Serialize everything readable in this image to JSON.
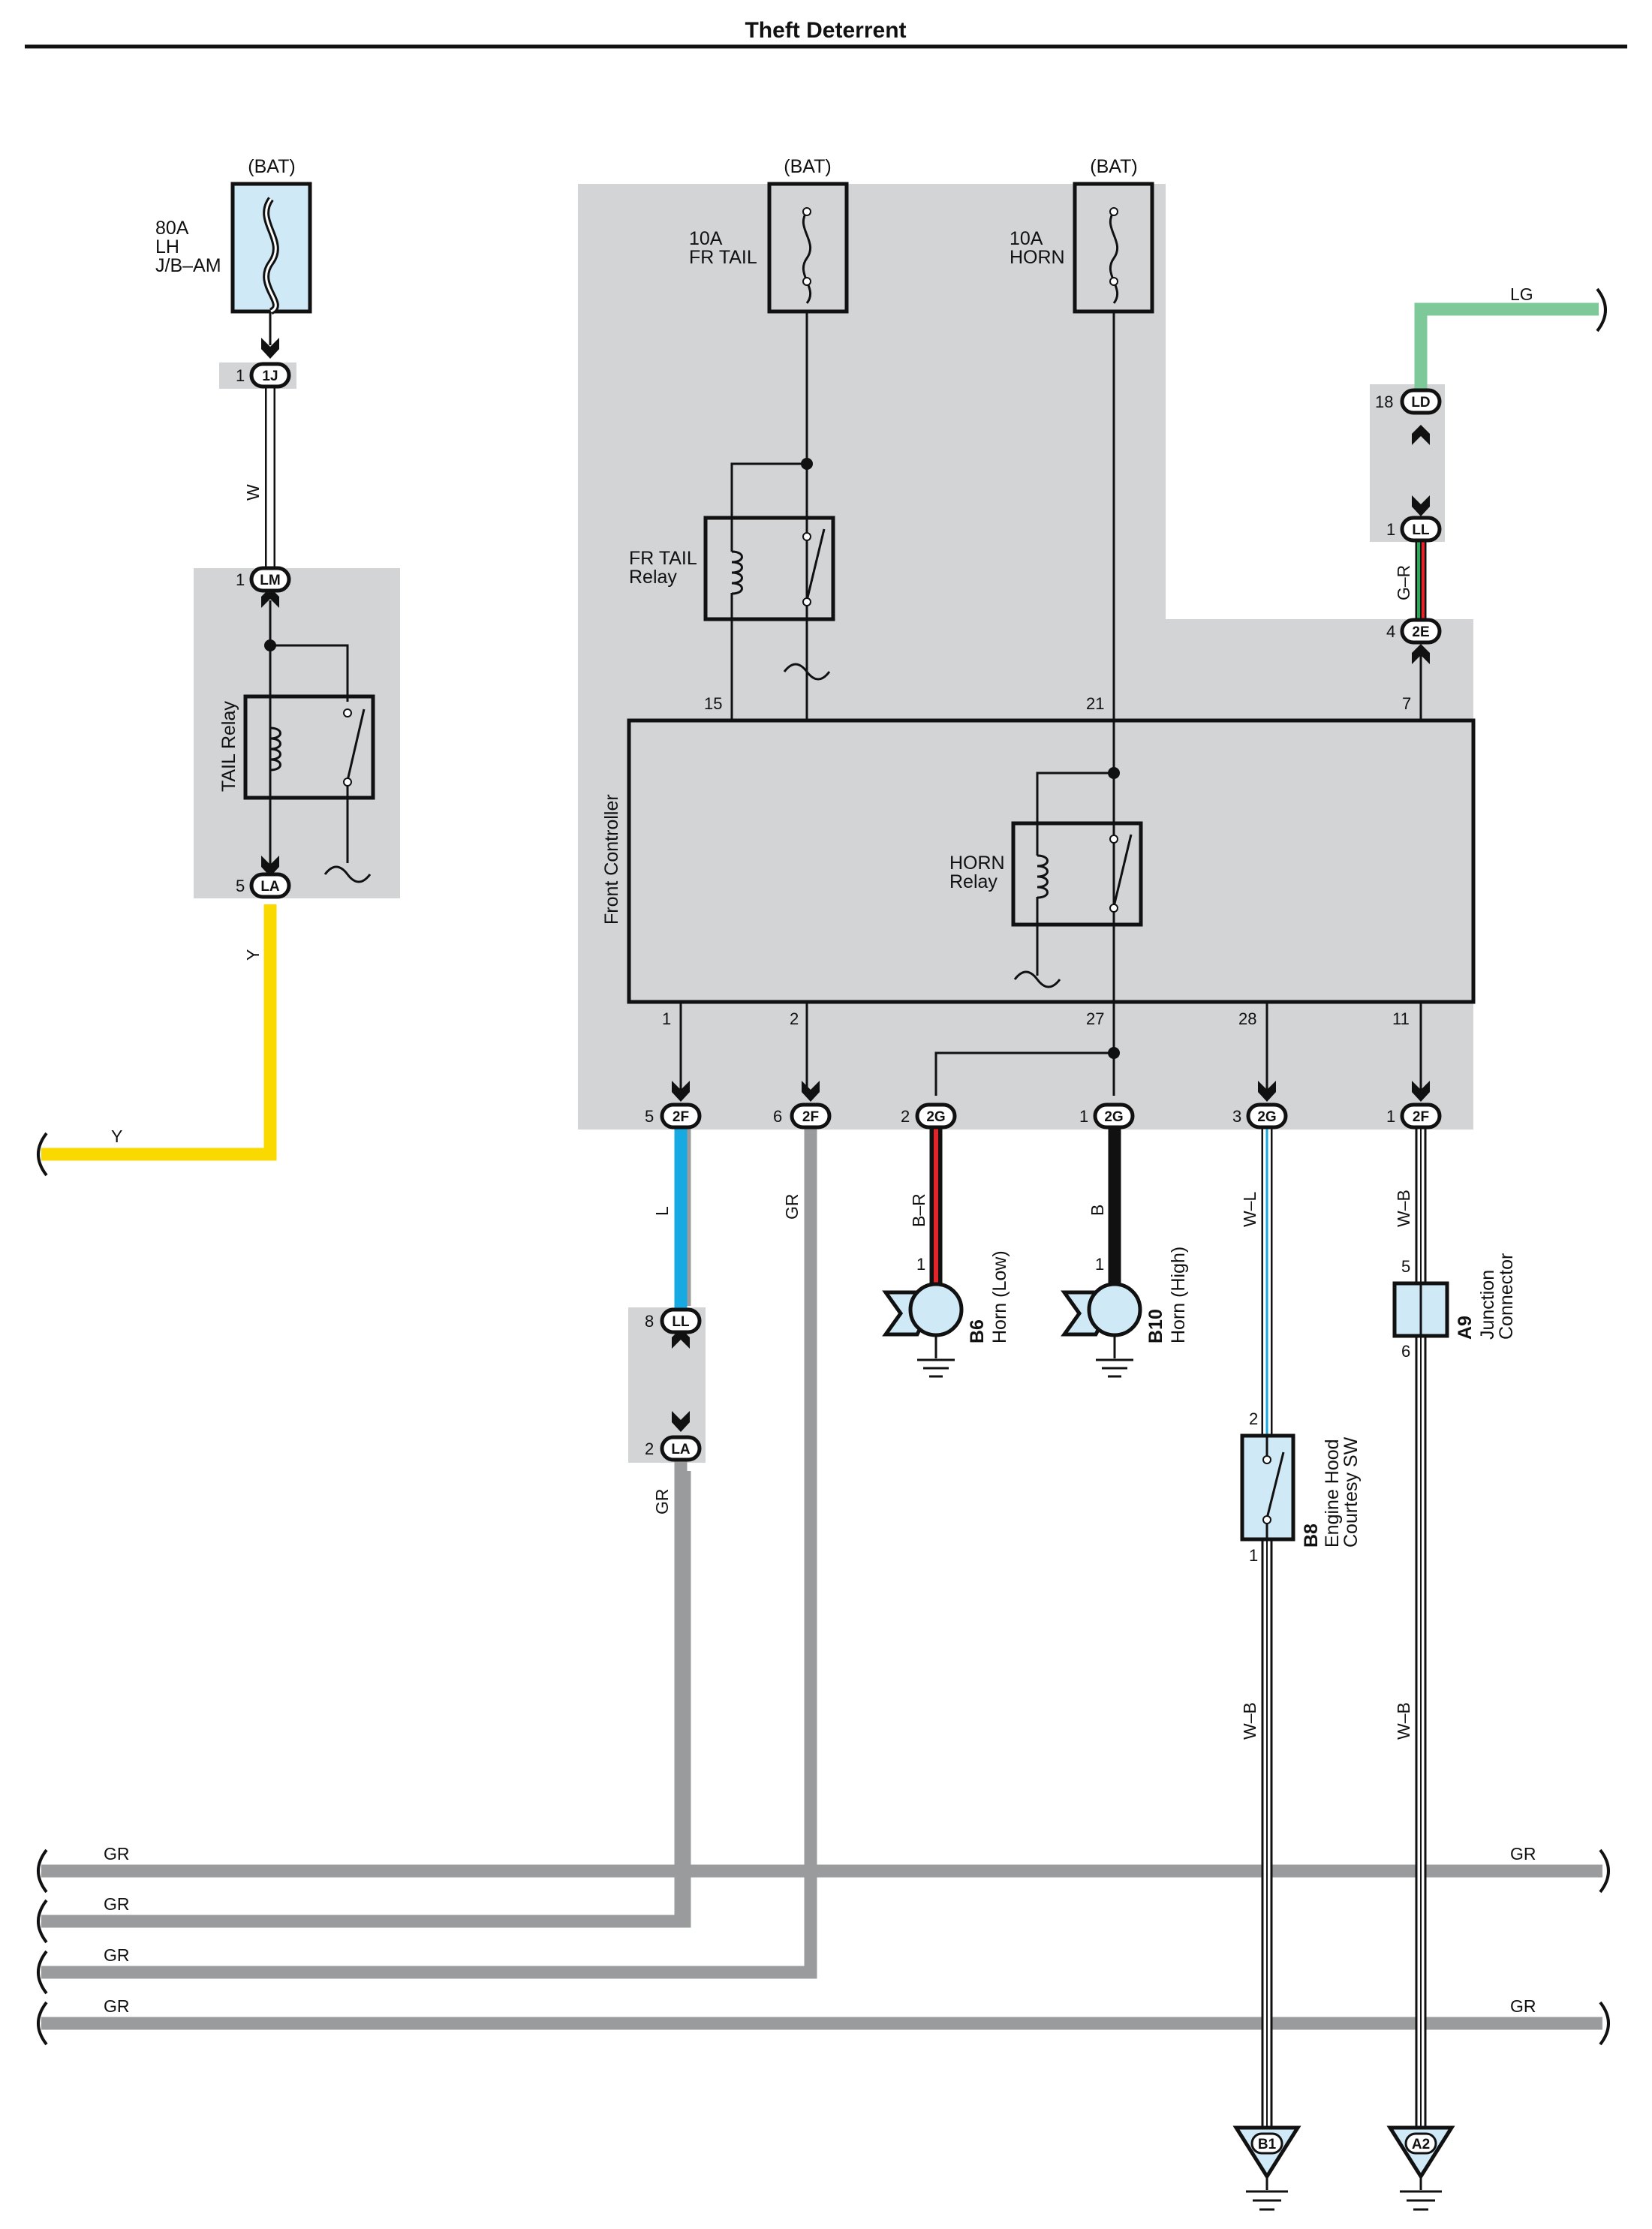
{
  "title": "Theft Deterrent",
  "fuses": {
    "bat_label": "(BAT)",
    "main": {
      "amps": "80A",
      "line1": "LH",
      "line2": "J/B–AM"
    },
    "fr_tail": {
      "amps": "10A",
      "name": "FR TAIL"
    },
    "horn": {
      "amps": "10A",
      "name": "HORN"
    }
  },
  "relays": {
    "fr_tail": {
      "line1": "FR TAIL",
      "line2": "Relay"
    },
    "tail": "TAIL Relay",
    "horn": {
      "line1": "HORN",
      "line2": "Relay"
    }
  },
  "front_controller": {
    "label": "Front Controller",
    "pins": {
      "p15": "15",
      "p21": "21",
      "p7": "7",
      "p1": "1",
      "p2": "2",
      "p27": "27",
      "p28": "28",
      "p11": "11"
    }
  },
  "connectors": {
    "c1J": {
      "pin": "1",
      "code": "1J"
    },
    "cLM": {
      "pin": "1",
      "code": "LM"
    },
    "cLA": {
      "pin": "5",
      "code": "LA"
    },
    "cLD": {
      "pin": "18",
      "code": "LD"
    },
    "cLL1": {
      "pin": "1",
      "code": "LL"
    },
    "c2E": {
      "pin": "4",
      "code": "2E"
    },
    "c2F5": {
      "pin": "5",
      "code": "2F"
    },
    "c2F6": {
      "pin": "6",
      "code": "2F"
    },
    "c2G2": {
      "pin": "2",
      "code": "2G"
    },
    "c2G1": {
      "pin": "1",
      "code": "2G"
    },
    "c2G3": {
      "pin": "3",
      "code": "2G"
    },
    "c2F1": {
      "pin": "1",
      "code": "2F"
    },
    "cLL8": {
      "pin": "8",
      "code": "LL"
    },
    "cLA2": {
      "pin": "2",
      "code": "LA"
    }
  },
  "wires": {
    "w": "W",
    "y_vert": "Y",
    "y_horz": "Y",
    "lg": "LG",
    "gr_red": "G–R",
    "l": "L",
    "gr_2f6": "GR",
    "br": "B–R",
    "b": "B",
    "wl": "W–L",
    "wb_top": "W–B",
    "gr_la": "GR",
    "wb_b1": "W–B",
    "wb_a2": "W–B",
    "gr_bus1_l": "GR",
    "gr_bus1_r": "GR",
    "gr_bus2": "GR",
    "gr_bus3": "GR",
    "gr_bus4_l": "GR",
    "gr_bus4_r": "GR"
  },
  "components": {
    "b6": {
      "code": "B6",
      "name": "Horn (Low)",
      "pin": "1"
    },
    "b10": {
      "code": "B10",
      "name": "Horn (High)",
      "pin": "1"
    },
    "b8": {
      "code": "B8",
      "line1": "Engine Hood",
      "line2": "Courtesy SW",
      "pin_top": "2",
      "pin_bottom": "1"
    },
    "a9": {
      "code": "A9",
      "line1": "Junction",
      "line2": "Connector",
      "pin_top": "5",
      "pin_bottom": "6"
    }
  },
  "grounds": {
    "b1": "B1",
    "a2": "A2"
  },
  "colors": {
    "yellow": "#f9d900",
    "blue": "#17a9e1",
    "gray": "#9a9b9d",
    "green": "#7ec99a",
    "red": "#e2252b",
    "black": "#111111",
    "shade": "#d3d4d6",
    "component": "#cfe9f7"
  }
}
